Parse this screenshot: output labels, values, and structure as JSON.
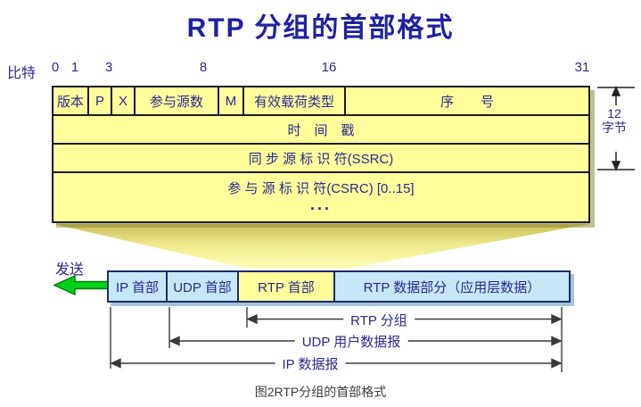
{
  "title": "RTP 分组的首部格式",
  "bit_ruler": {
    "label": "比特",
    "ticks": [
      "0",
      "1",
      "3",
      "8",
      "16",
      "31"
    ]
  },
  "header_table": {
    "row1_cells": [
      "版本",
      "P",
      "X",
      "参与源数",
      "M",
      "有效载荷类型",
      "序　　号"
    ],
    "timestamp": "时　间　戳",
    "ssrc": "同 步 源 标 识 符(SSRC)",
    "csrc": "参 与 源 标 识 符(CSRC) [0..15]",
    "ellipsis": "..."
  },
  "size_bracket": {
    "value": "12",
    "unit": "字节"
  },
  "send_label": "发送",
  "packet_boxes": [
    {
      "label": "IP 首部",
      "fill": "blue"
    },
    {
      "label": "UDP 首部",
      "fill": "blue"
    },
    {
      "label": "RTP 首部",
      "fill": "yellow"
    },
    {
      "label": "RTP 数据部分（应用层数据）",
      "fill": "blue"
    }
  ],
  "spans": [
    {
      "label": "RTP 分组"
    },
    {
      "label": "UDP 用户数据报"
    },
    {
      "label": "IP 数据报"
    }
  ],
  "caption": "图2RTP分组的首部格式",
  "colors": {
    "title_blue": "#2121a3",
    "diagram_text_blue": "#29298f",
    "table_fill": "#ffff9c",
    "table_border": "#1a1a1a",
    "packet_blue_fill": "#c7e7f8",
    "packet_yellow_fill": "#ffff9c",
    "packet_border": "#1c2a6b",
    "arrow_green": "#00d21b",
    "arrow_green_dark": "#067d06",
    "funnel_top": "#c8be58",
    "funnel_bottom": "#ffffb6",
    "line_gray": "#3a3a3a",
    "caption_gray": "#3c3c3c"
  }
}
